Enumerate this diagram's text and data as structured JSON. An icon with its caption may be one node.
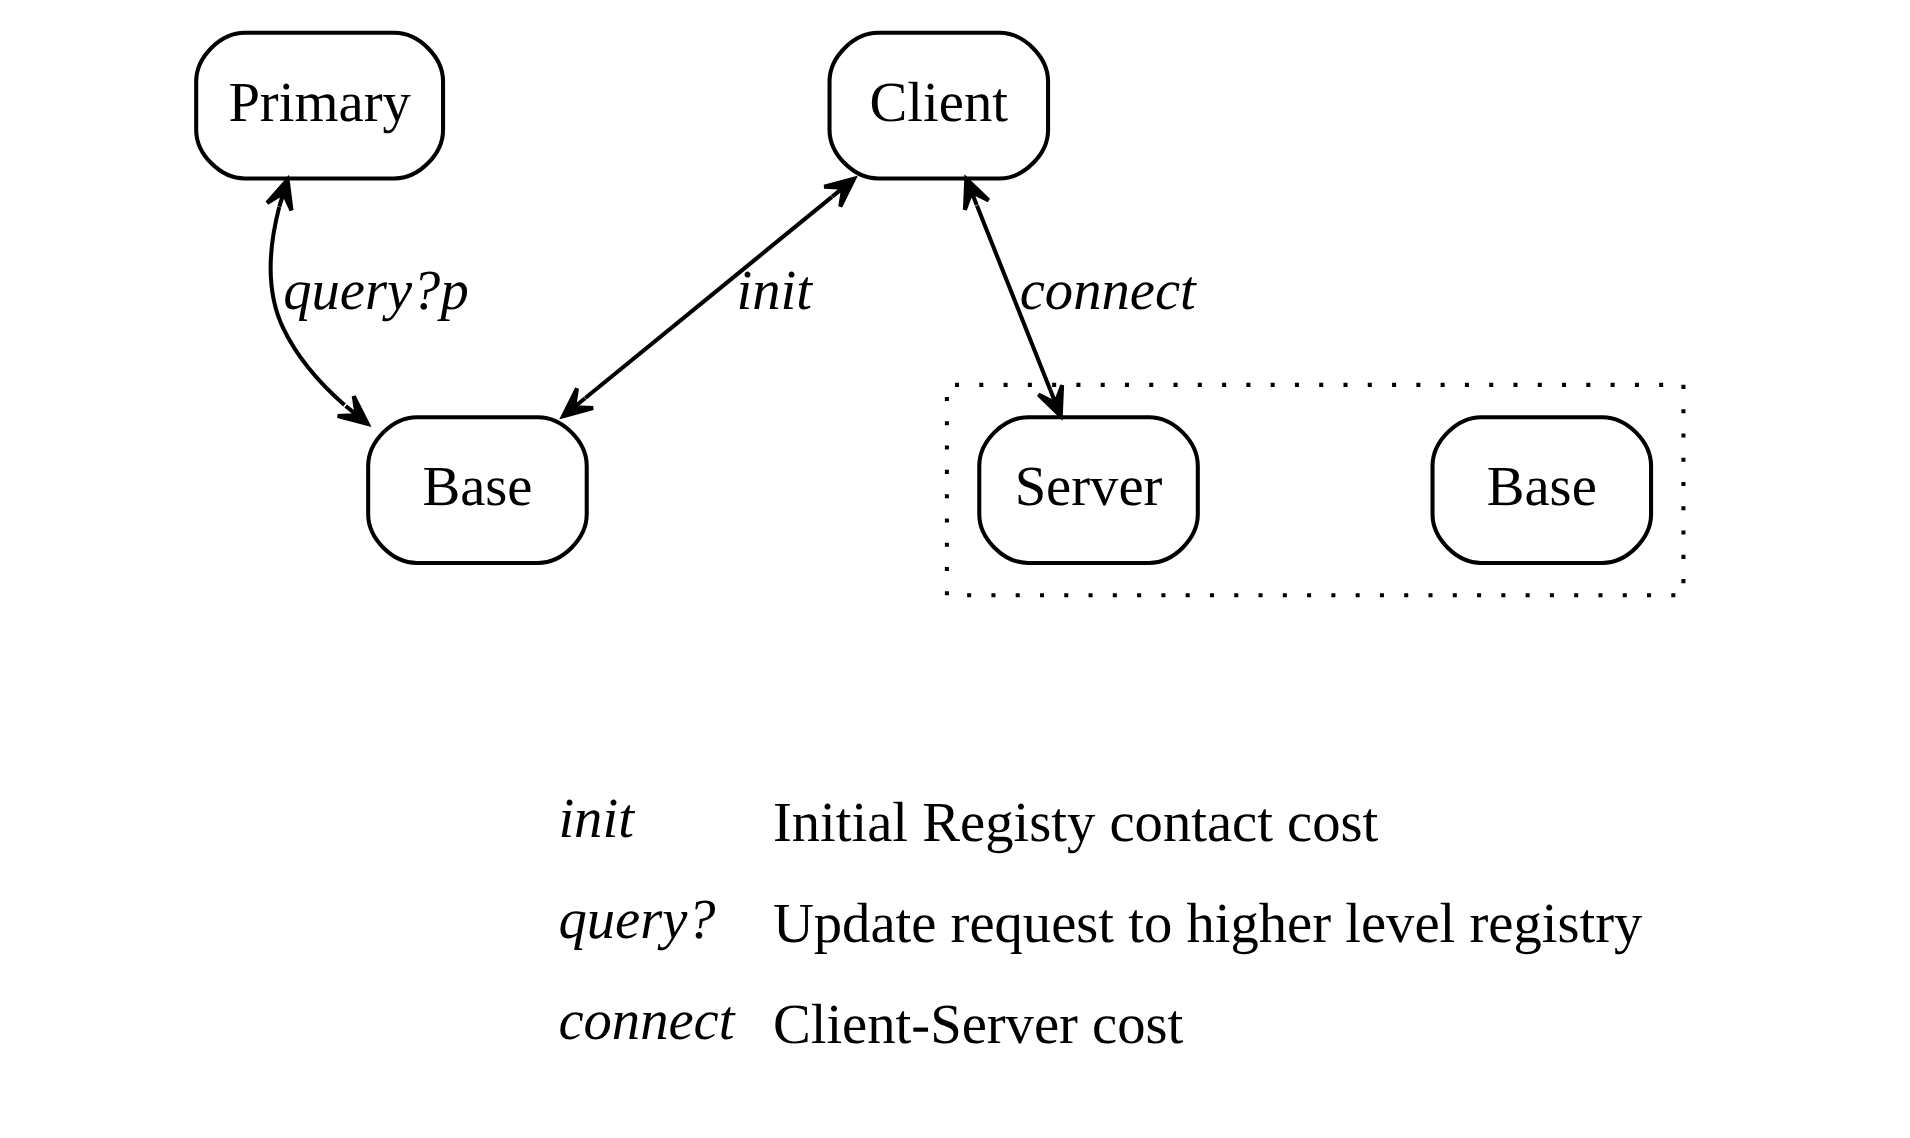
{
  "diagram": {
    "nodes": [
      {
        "text": [
          "Primary"
        ]
      },
      {
        "text": [
          "Client"
        ]
      },
      {
        "text": [
          "Base"
        ]
      },
      {
        "text": [],
        "shape": "box"
      },
      {
        "text": [
          "Base"
        ],
        "in": 3
      },
      {
        "text": [
          "Server"
        ],
        "in": 3
      }
    ],
    "edges": [
      {
        "from": 1,
        "to": 2,
        "arrow": "both",
        "label": "init"
      },
      {
        "from": 0,
        "to": 2,
        "arrow": "both",
        "label": "query?p"
      },
      {
        "from": 1,
        "to": 5,
        "arrow": "both",
        "label": "connect"
      }
    ],
    "labels": [
      "init",
      "Initial Registy contact cost",
      "query?",
      "Update request to higher level registry",
      "connect",
      "Client-Server cost"
    ]
  }
}
